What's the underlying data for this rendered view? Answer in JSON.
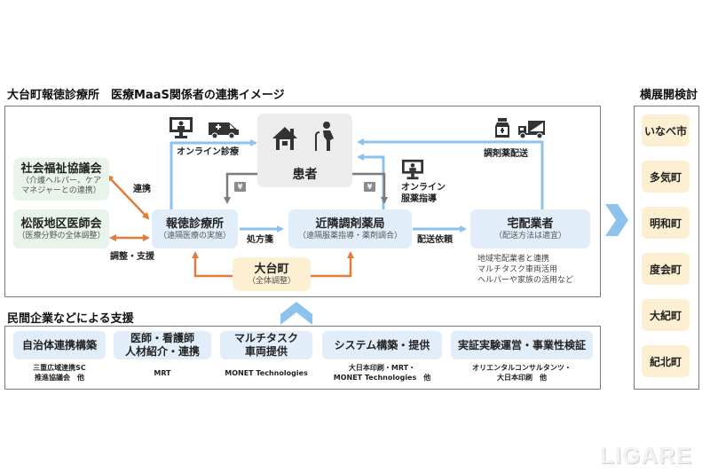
{
  "header": {
    "main_title": "大台町報徳診療所　医療MaaS関係者の連携イメージ",
    "right_title": "横展開検討",
    "support_title": "民間企業などによる支援"
  },
  "nodes": {
    "social_welfare": {
      "main": "社会福祉協議会",
      "sub1": "（介護ヘルパー、ケア",
      "sub2": "マネジャーとの連携）"
    },
    "medical_assoc": {
      "main": "松阪地区医師会",
      "sub": "（医療分野の全体調整）"
    },
    "clinic": {
      "main": "報徳診療所",
      "sub": "（遠隔医療の実施）"
    },
    "pharmacy": {
      "main": "近隣調剤薬局",
      "sub": "（遠隔服薬指導・薬剤調合）"
    },
    "delivery": {
      "main": "宅配業者",
      "sub": "（配送方法は適宜）"
    },
    "town": {
      "main": "大台町",
      "sub": "（全体調整）"
    },
    "patient": {
      "main": "患者"
    }
  },
  "labels": {
    "online_medical": "オンライン診療",
    "online_guidance_1": "オンライン",
    "online_guidance_2": "服薬指導",
    "drug_delivery": "調剤薬配送",
    "cooperation": "連携",
    "adjust_support": "調整・支援",
    "prescription": "処方箋",
    "delivery_request": "配送依頼",
    "yen_symbol": "¥"
  },
  "delivery_notes": [
    "地域宅配業者と連携",
    "マルチタスク車両活用",
    "ヘルパーや家族の活用など"
  ],
  "support": [
    {
      "line1": "自治体連携構築",
      "line2": "",
      "co1": "三重広域連携SC",
      "co2": "推進協議会　他"
    },
    {
      "line1": "医師・看護師",
      "line2": "人材紹介・連携",
      "co1": "MRT",
      "co2": ""
    },
    {
      "line1": "マルチタスク",
      "line2": "車両提供",
      "co1": "MONET Technologies",
      "co2": ""
    },
    {
      "line1": "システム構築・提供",
      "line2": "",
      "co1": "大日本印刷・MRT・",
      "co2": "MONET Technologies　他"
    },
    {
      "line1": "実証実験運営・事業性検証",
      "line2": "",
      "co1": "オリエンタルコンサルタンツ・",
      "co2": "大日本印刷　他"
    }
  ],
  "expansion_towns": [
    "いなべ市",
    "多気町",
    "明和町",
    "度会町",
    "大紀町",
    "紀北町"
  ],
  "icons": [
    "monitor-doctor-icon",
    "ambulance-icon",
    "house-icon",
    "elderly-person-icon",
    "medicine-bottle-icon",
    "truck-icon",
    "chevron-right-icon",
    "chevron-up-icon"
  ],
  "colors": {
    "blue_arrow": "#8cc3ee",
    "orange_arrow": "#e37b3a",
    "gray_arrow": "#7b7b7b"
  },
  "watermark": "LIGARE"
}
